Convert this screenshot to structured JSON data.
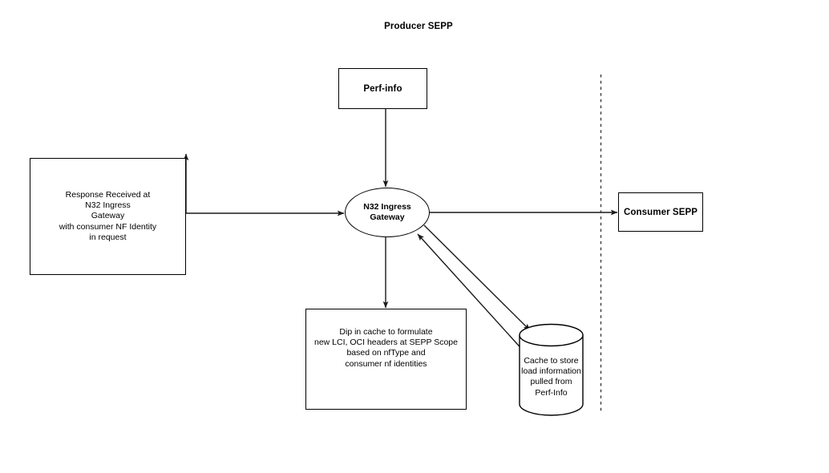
{
  "diagram": {
    "title": "Producer SEPP",
    "nodes": {
      "perf_info": {
        "label": "Perf-info"
      },
      "response_box": {
        "label": "Response Received at\nN32 Ingress\nGateway\nwith consumer NF Identity\nin request"
      },
      "gateway": {
        "label": "N32 Ingress\nGateway"
      },
      "consumer_sepp": {
        "label": "Consumer SEPP"
      },
      "dip_box": {
        "label": "Dip in cache to formulate\nnew LCI, OCI headers at SEPP Scope\nbased on nfType and\nconsumer nf identities"
      },
      "cache_cylinder": {
        "label": "Cache to store\nload information\npulled  from\nPerf-Info"
      }
    },
    "connectors": [
      {
        "name": "perf-info-to-gateway",
        "from": "perf_info",
        "to": "gateway",
        "style": "solid",
        "arrow": "end"
      },
      {
        "name": "response-box-to-gateway",
        "from": "response_box",
        "to": "gateway",
        "style": "solid",
        "arrow": "end"
      },
      {
        "name": "gateway-to-response-box",
        "from": "gateway",
        "to": "response_box",
        "style": "solid",
        "arrow": "end"
      },
      {
        "name": "gateway-to-consumer-sepp",
        "from": "gateway",
        "to": "consumer_sepp",
        "style": "solid",
        "arrow": "end"
      },
      {
        "name": "gateway-to-dip-box",
        "from": "gateway",
        "to": "dip_box",
        "style": "solid",
        "arrow": "end"
      },
      {
        "name": "gateway-to-cache",
        "from": "gateway",
        "to": "cache_cylinder",
        "style": "solid",
        "arrow": "end"
      },
      {
        "name": "cache-to-gateway",
        "from": "cache_cylinder",
        "to": "gateway",
        "style": "solid",
        "arrow": "end"
      }
    ],
    "boundary": {
      "name": "producer-consumer-boundary",
      "style": "dashed"
    },
    "colors": {
      "stroke": "#000000",
      "background": "#ffffff",
      "text": "#000000"
    }
  }
}
